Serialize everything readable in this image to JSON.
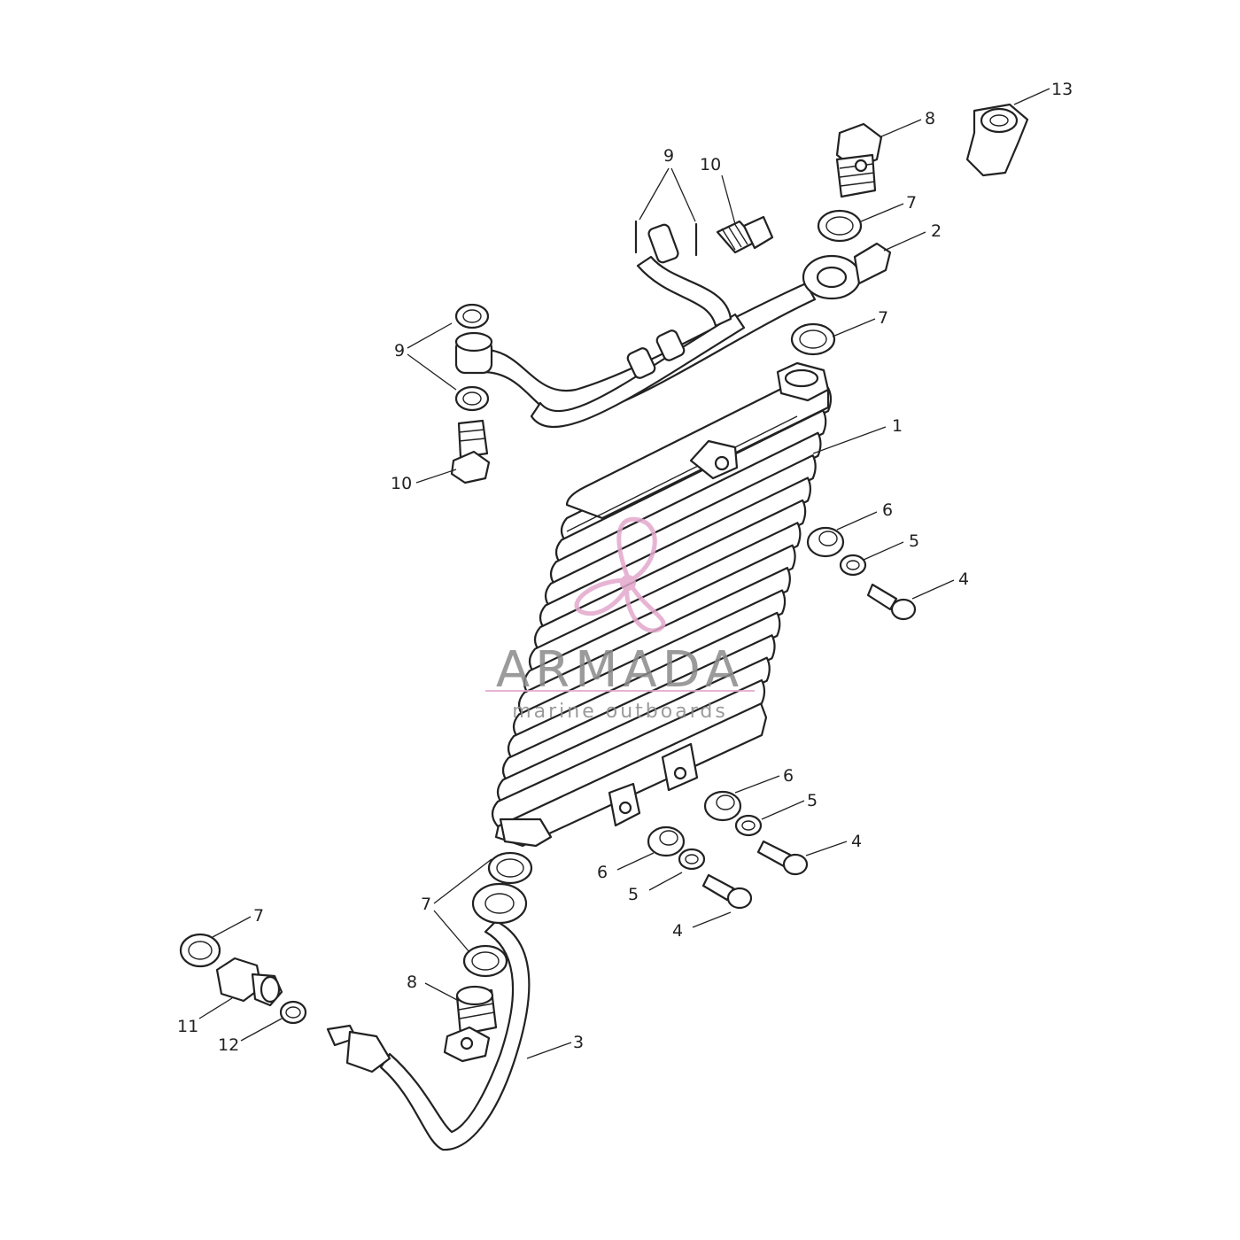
{
  "watermark": {
    "brand": "ARMADA",
    "tagline": "marine outboards",
    "brand_color": "#e3a7cc",
    "text_color": "#8a8a8a"
  },
  "callouts": [
    {
      "id": "c1",
      "text": "1"
    },
    {
      "id": "c2",
      "text": "2"
    },
    {
      "id": "c3",
      "text": "3"
    },
    {
      "id": "c4a",
      "text": "4"
    },
    {
      "id": "c4b",
      "text": "4"
    },
    {
      "id": "c4c",
      "text": "4"
    },
    {
      "id": "c5a",
      "text": "5"
    },
    {
      "id": "c5b",
      "text": "5"
    },
    {
      "id": "c5c",
      "text": "5"
    },
    {
      "id": "c6a",
      "text": "6"
    },
    {
      "id": "c6b",
      "text": "6"
    },
    {
      "id": "c6c",
      "text": "6"
    },
    {
      "id": "c7a",
      "text": "7"
    },
    {
      "id": "c7b",
      "text": "7"
    },
    {
      "id": "c7c",
      "text": "7"
    },
    {
      "id": "c7d",
      "text": "7"
    },
    {
      "id": "c8a",
      "text": "8"
    },
    {
      "id": "c8b",
      "text": "8"
    },
    {
      "id": "c9a",
      "text": "9"
    },
    {
      "id": "c9b",
      "text": "9"
    },
    {
      "id": "c10a",
      "text": "10"
    },
    {
      "id": "c10b",
      "text": "10"
    },
    {
      "id": "c11",
      "text": "11"
    },
    {
      "id": "c12",
      "text": "12"
    },
    {
      "id": "c13",
      "text": "13"
    }
  ]
}
